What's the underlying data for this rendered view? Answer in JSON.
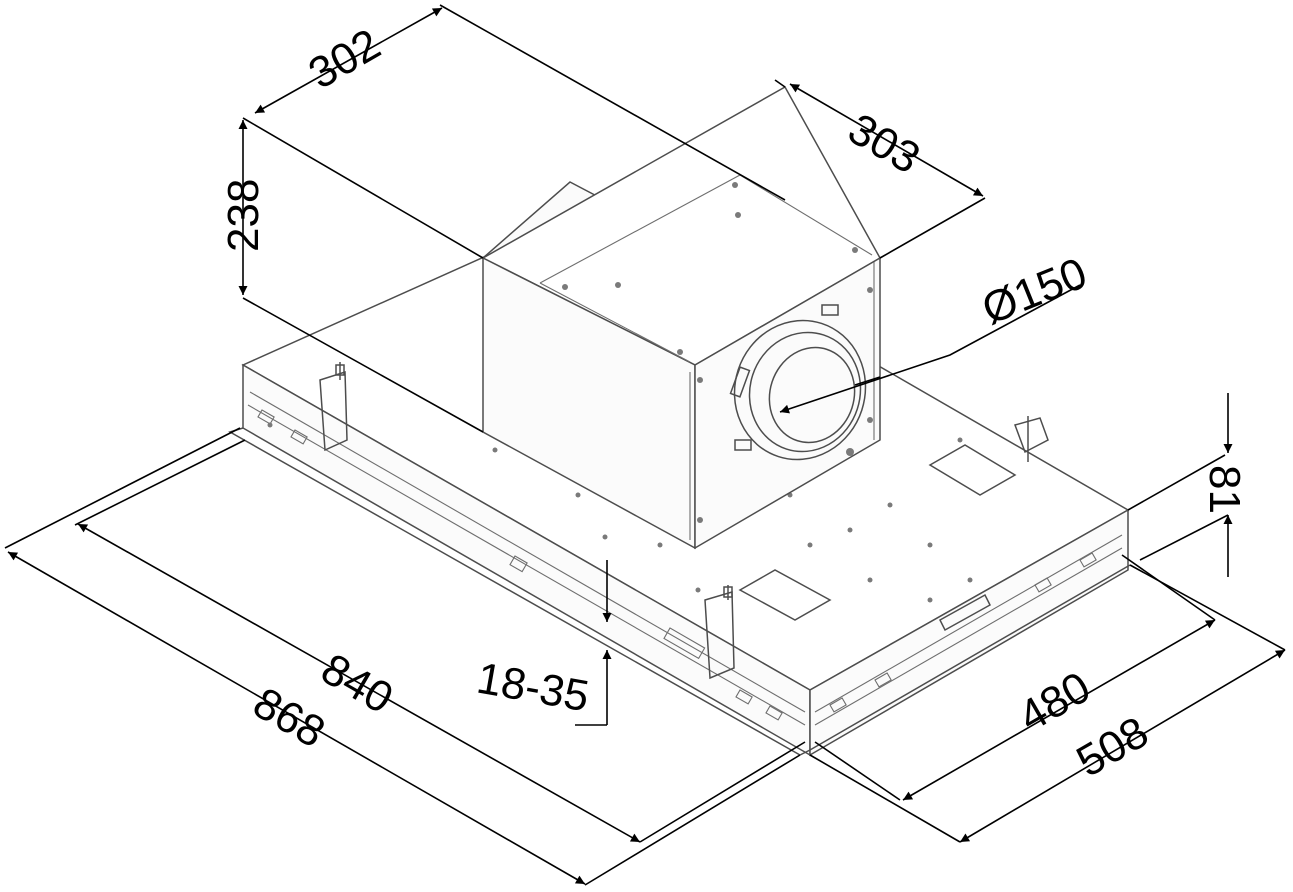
{
  "dimensions": {
    "width_outer": "868",
    "width_inner": "840",
    "depth_outer": "508",
    "depth_inner": "480",
    "panel_height": "81",
    "adjust_range": "18-35",
    "motor_height": "238",
    "motor_width": "302",
    "motor_depth": "303",
    "outlet_diameter": "Ø150"
  },
  "colors": {
    "line": "#000000",
    "drawing_line": "#4d4d4d",
    "background": "#ffffff"
  },
  "icons": [
    "dimension-arrow-icon",
    "mounting-bracket-icon",
    "outlet-collar-icon"
  ]
}
